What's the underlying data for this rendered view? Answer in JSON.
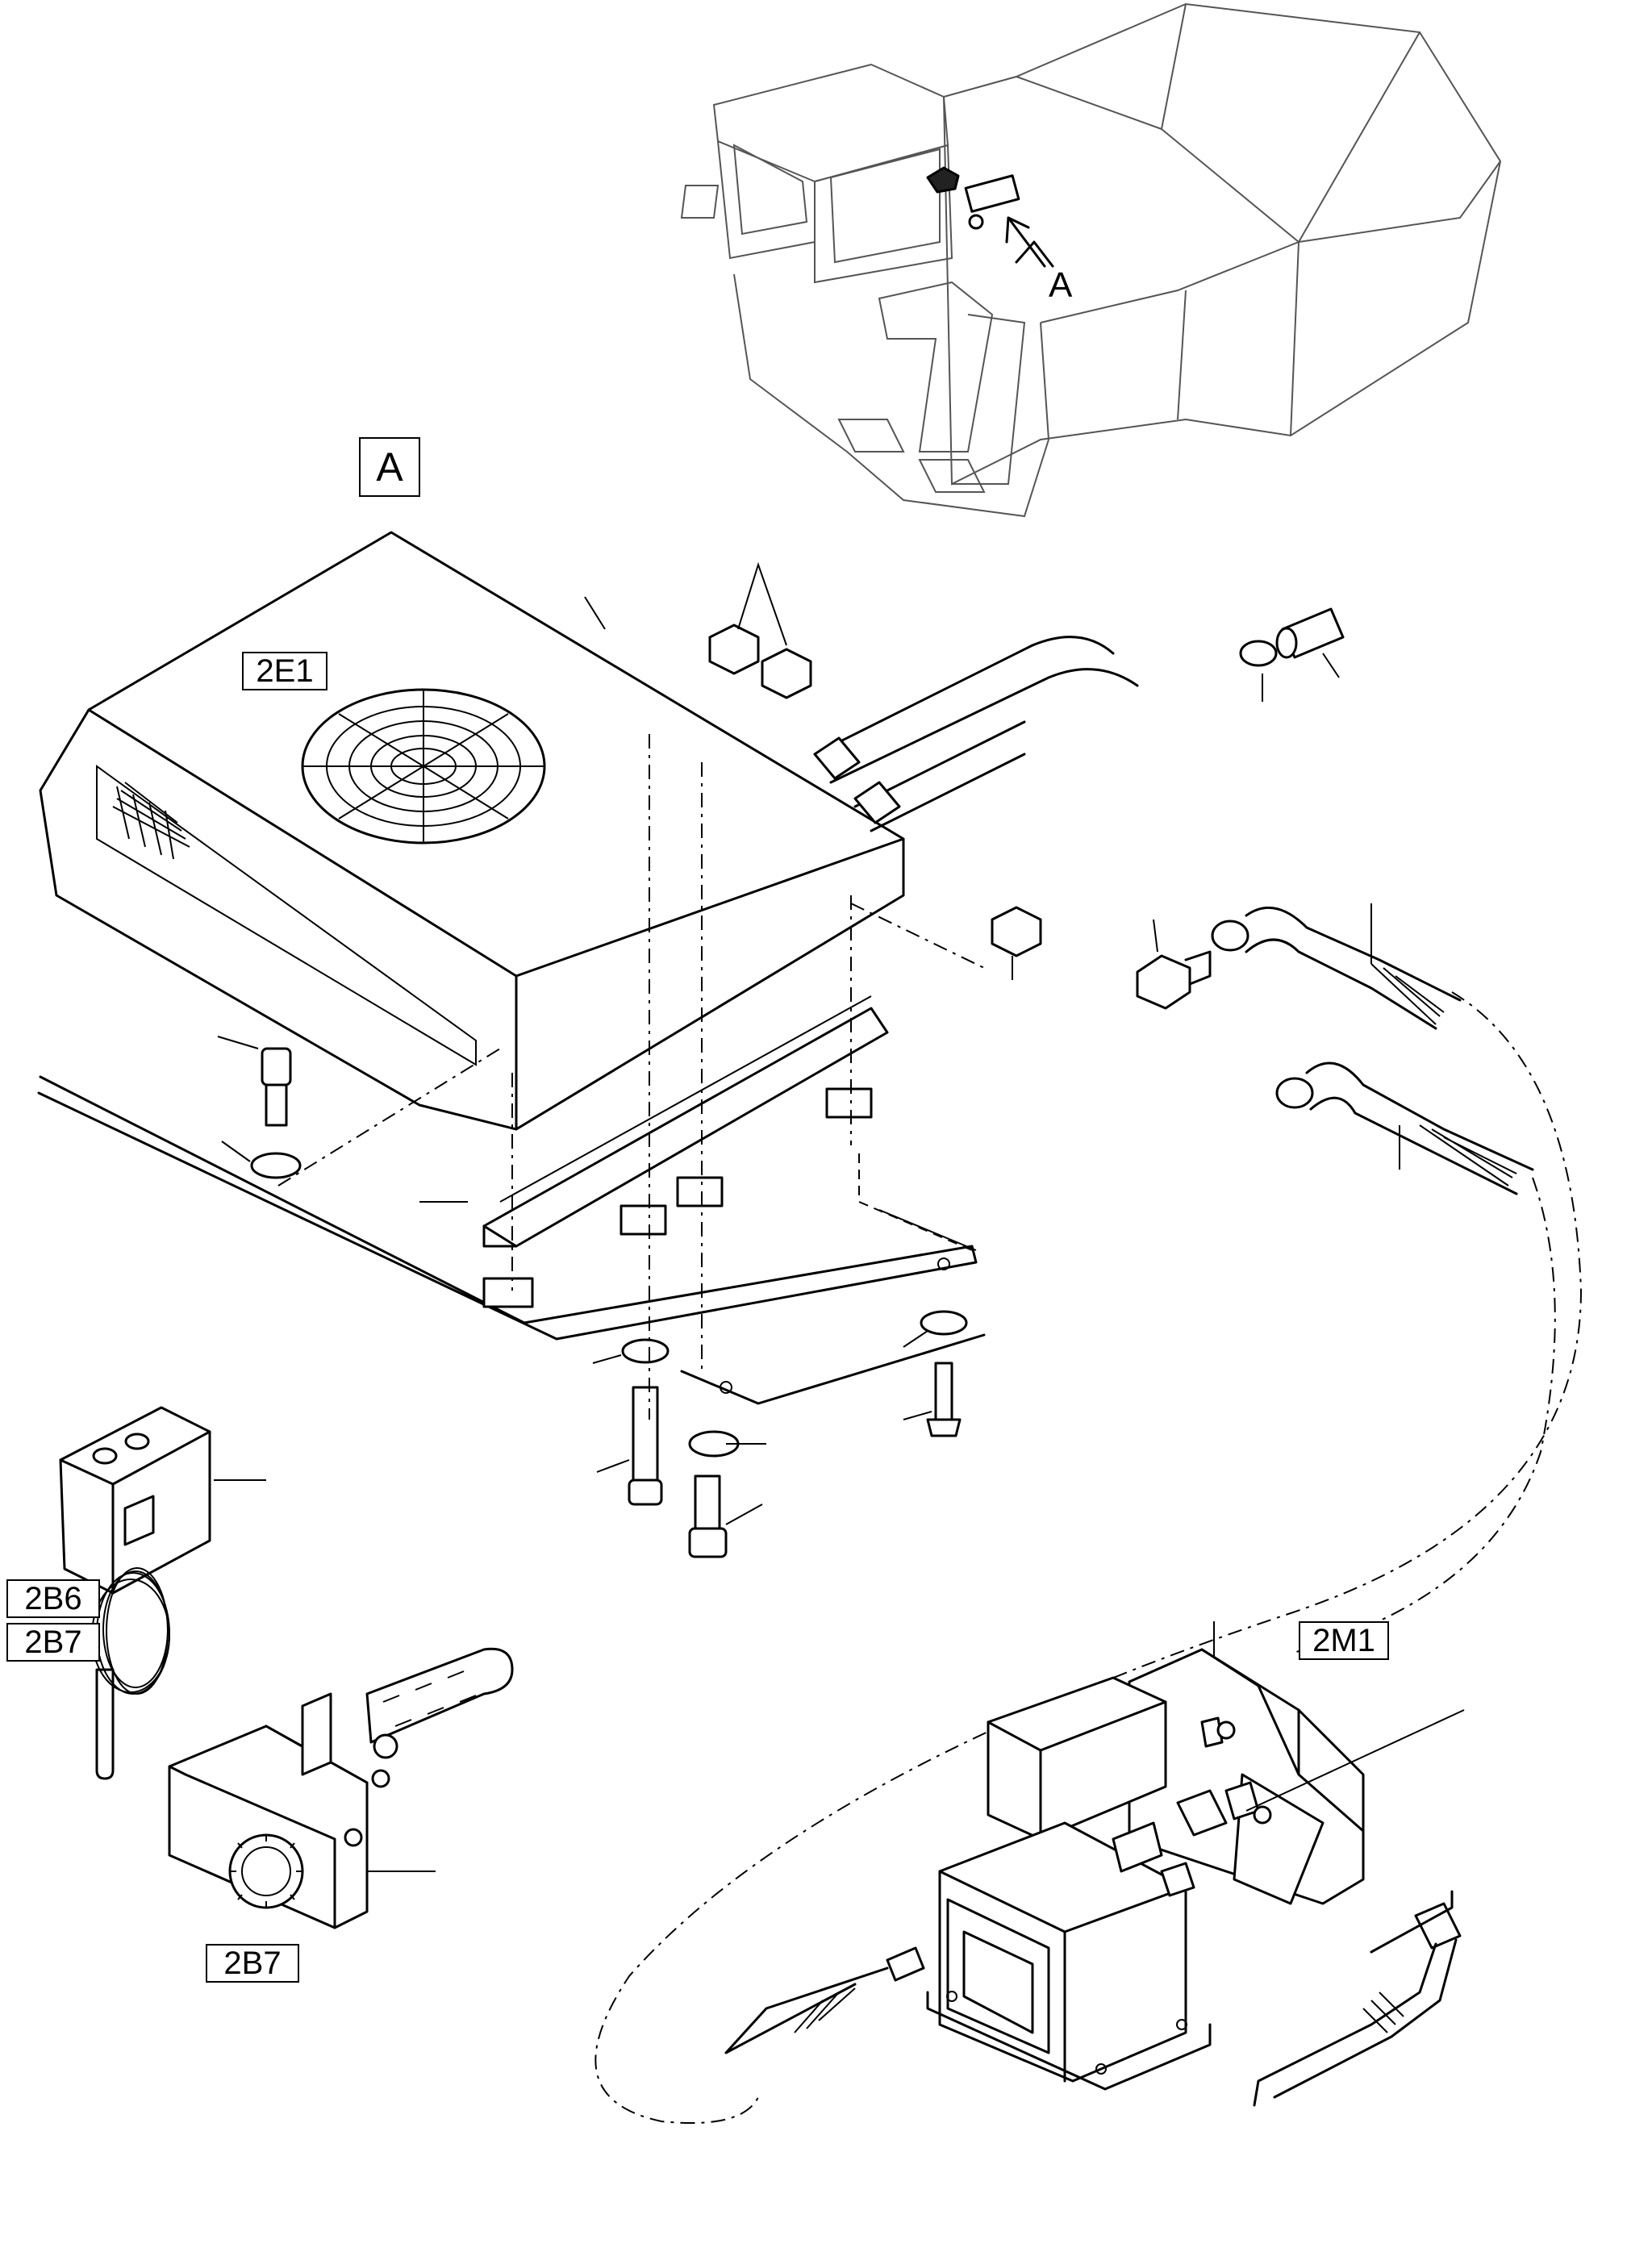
{
  "view_box_label": "A",
  "arrow_label": "A",
  "components": {
    "roof_unit": "2E1",
    "compressor": "2M1",
    "pressure_switch": "2B6",
    "pressure_switch_alt": "2B7",
    "thermostat": "2B7"
  }
}
